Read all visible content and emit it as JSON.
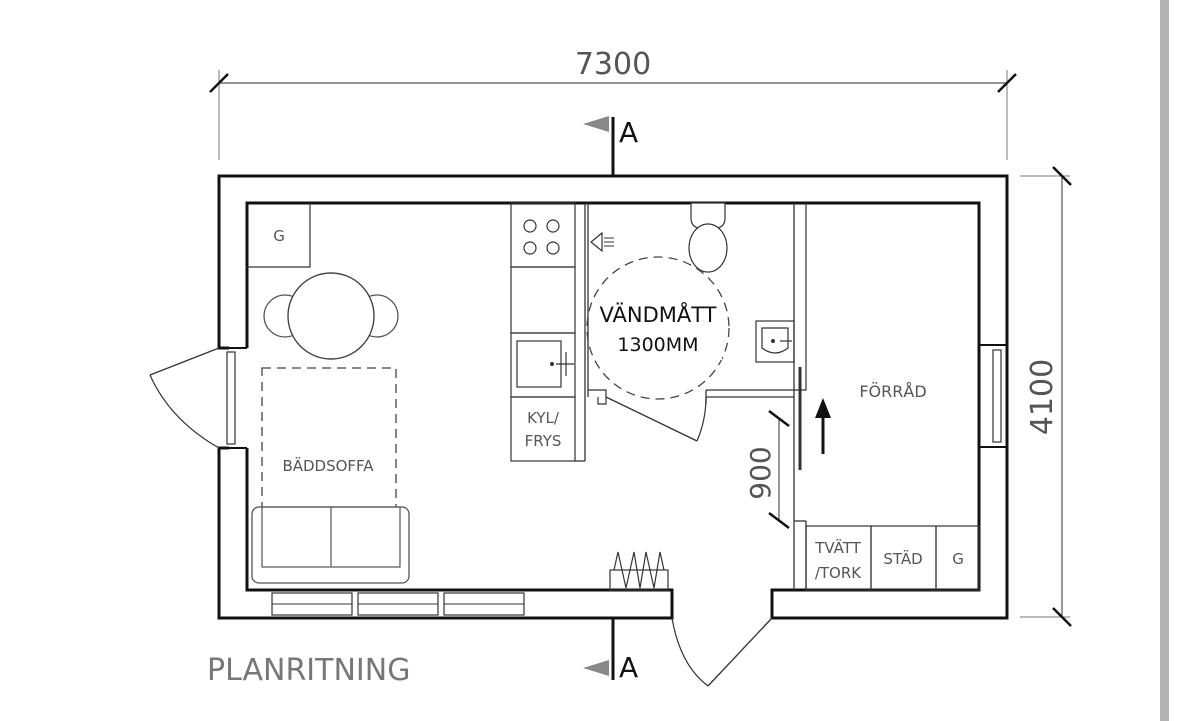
{
  "overall_width": "7300",
  "overall_depth": "4100",
  "door_clearance": "900",
  "section_marker": "A",
  "turning_circle": {
    "line1": "VÄNDMÅTT",
    "line2": "1300MM"
  },
  "rooms": {
    "storage": "FÖRRÅD",
    "sofa_bed": "BÄDDSOFFA",
    "fridge_line1": "KYL/",
    "fridge_line2": "FRYS",
    "wardrobe_small": "G",
    "laundry_line1": "TVÄTT",
    "laundry_line2": "/TORK",
    "cleaning": "STÄD",
    "wardrobe": "G"
  },
  "drawing_title": "PLANRITNING"
}
